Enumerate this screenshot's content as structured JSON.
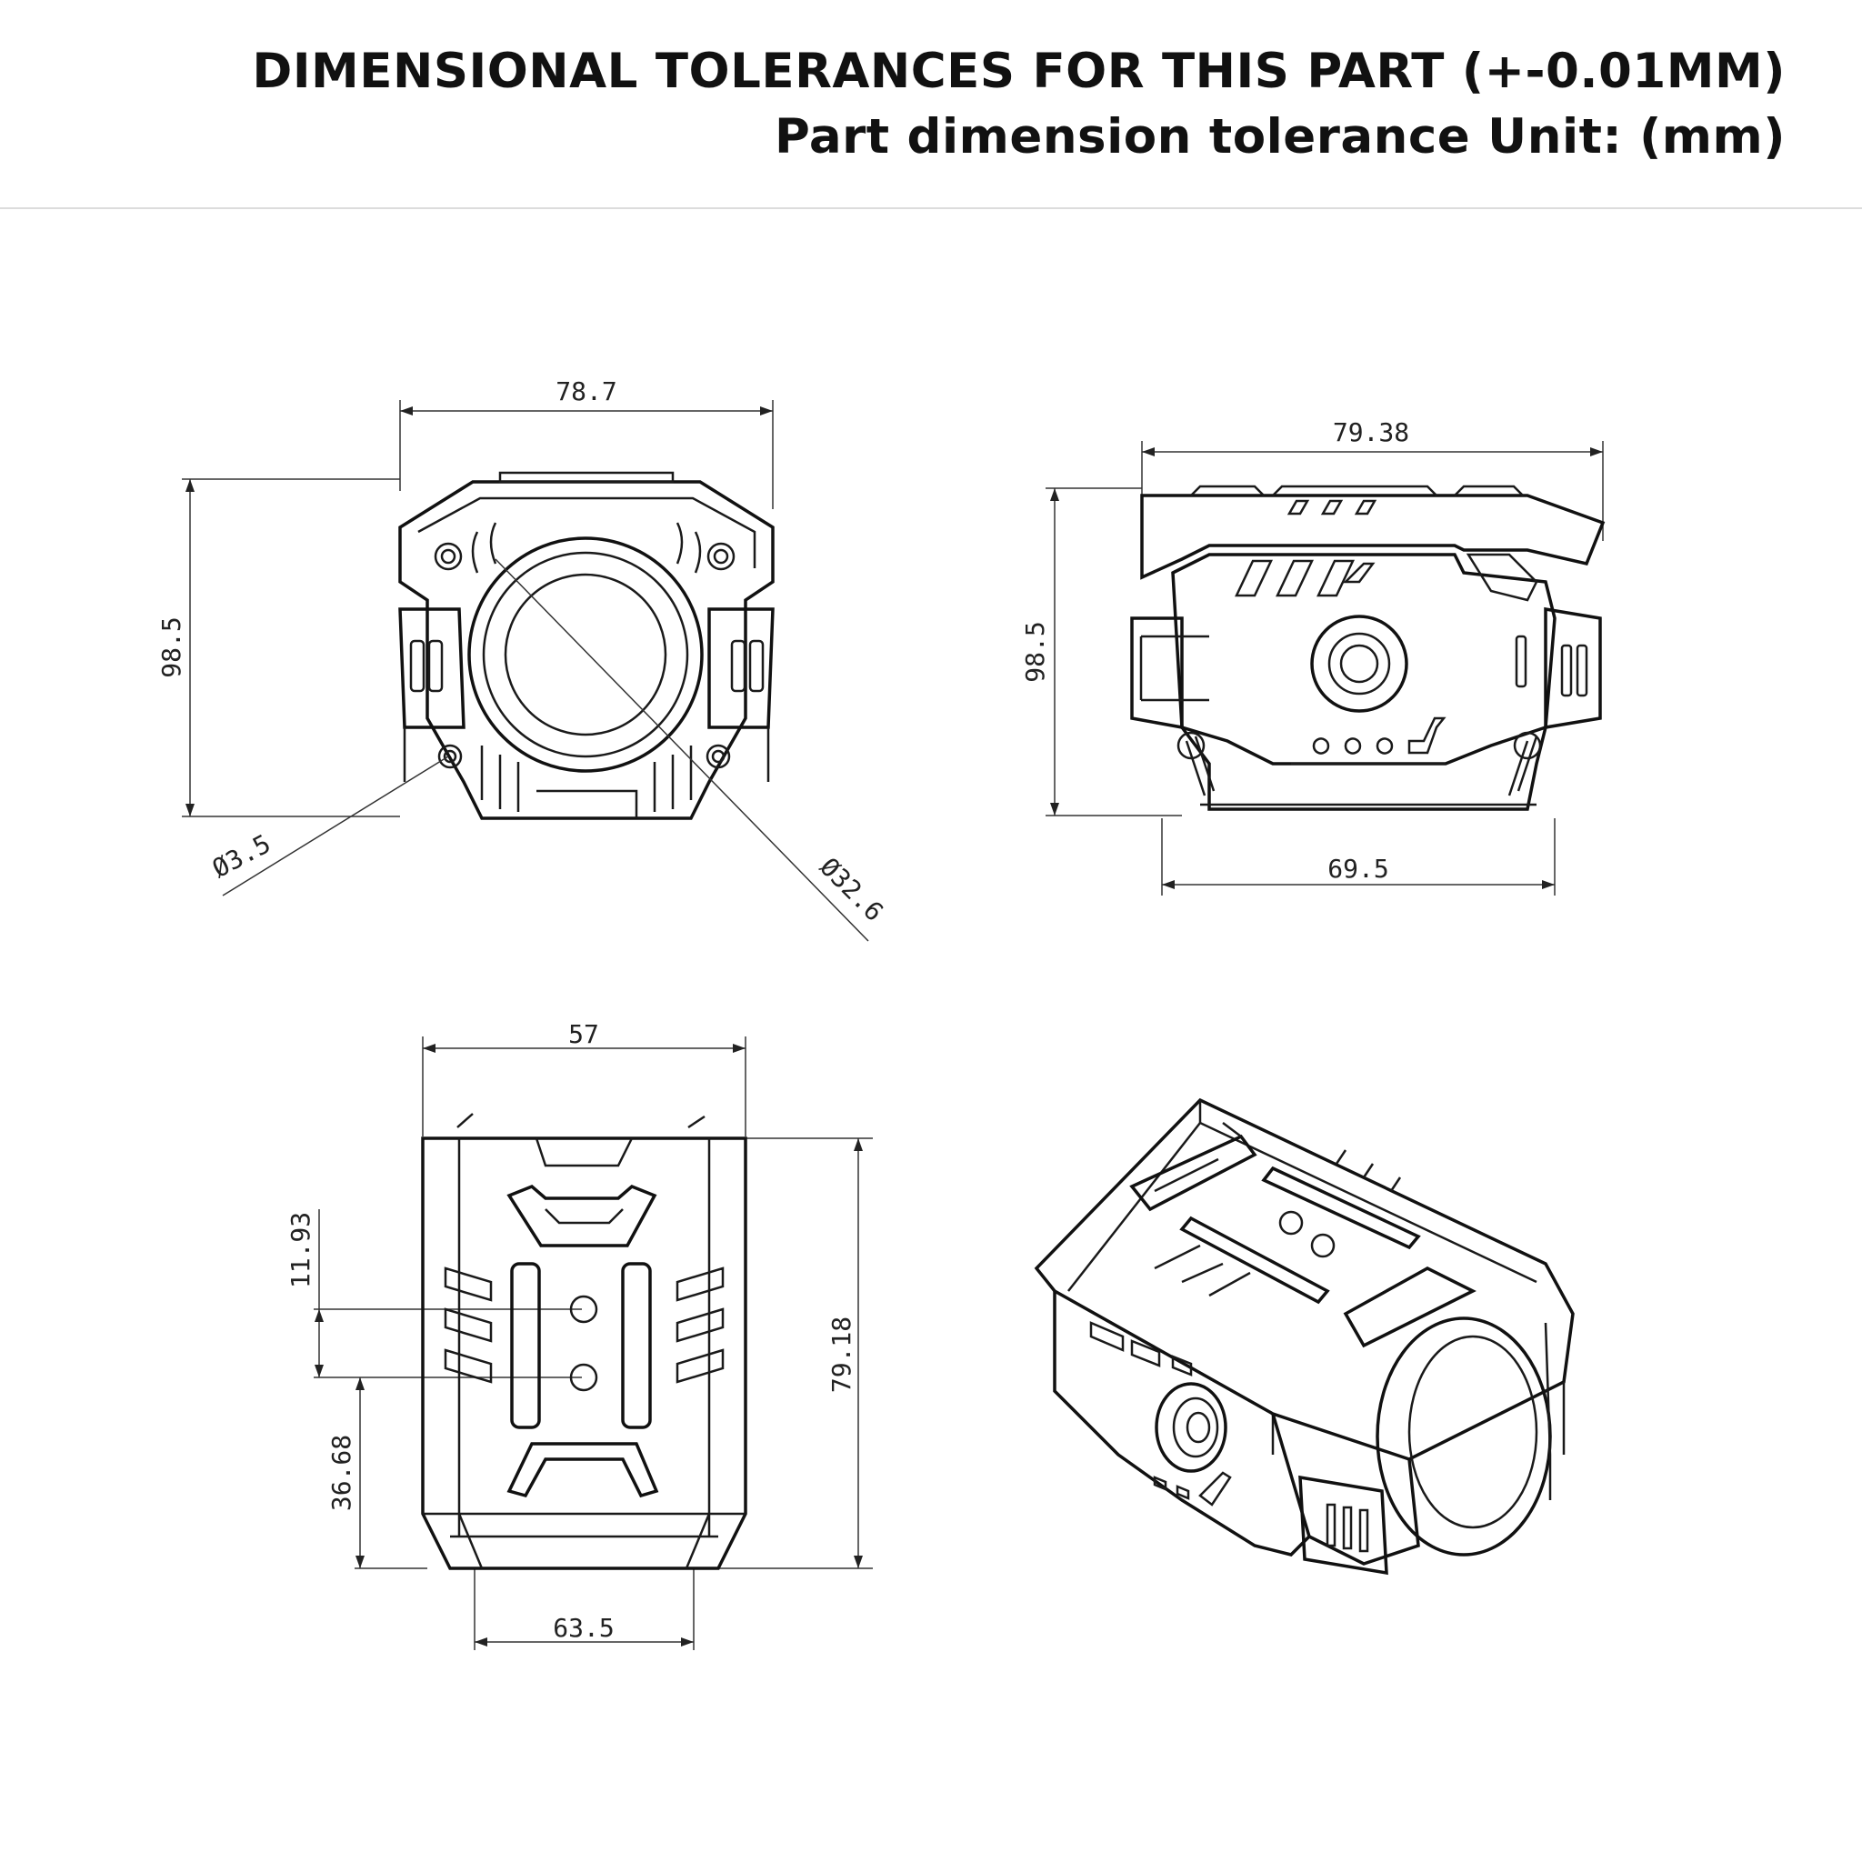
{
  "header": {
    "title": "DIMENSIONAL TOLERANCES FOR THIS PART (+-0.01MM)",
    "subtitle": "Part dimension tolerance Unit: (mm)"
  },
  "front_view": {
    "width": "78.7",
    "height": "98.5",
    "hole_dia": "Ø3.5",
    "lens_dia": "Ø32.6"
  },
  "side_view": {
    "top_width": "79.38",
    "height": "98.5",
    "bottom_width": "69.5"
  },
  "top_view": {
    "width": "57",
    "hole_spacing": "11.93",
    "hole_offset": "36.68",
    "length": "79.18",
    "bottom_width": "63.5"
  }
}
